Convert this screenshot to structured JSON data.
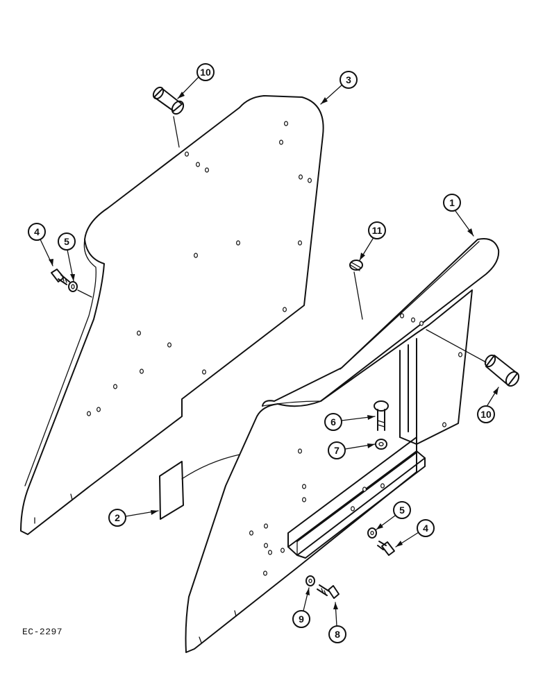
{
  "figure_id": "EC-2297",
  "callouts": [
    "10",
    "3",
    "4",
    "5",
    "1",
    "11",
    "10",
    "6",
    "7",
    "2",
    "5",
    "4",
    "9",
    "8"
  ]
}
